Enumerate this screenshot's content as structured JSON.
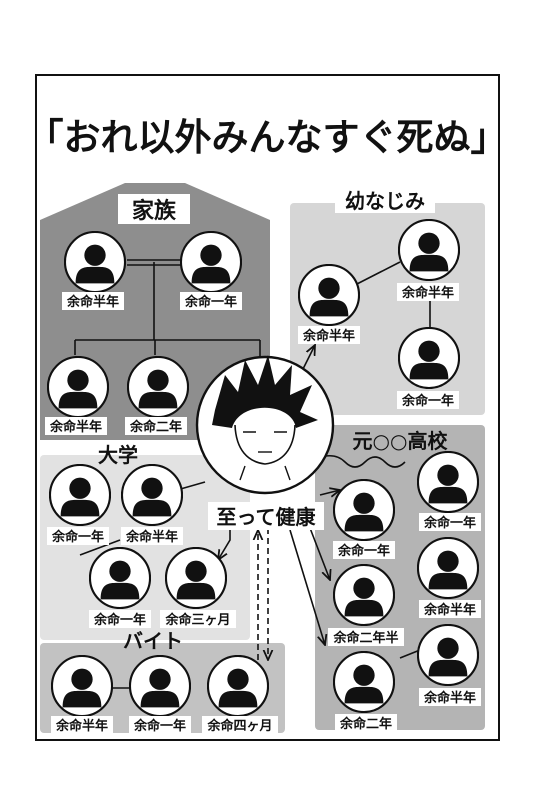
{
  "title": "「おれ以外みんなすぐ死ぬ」",
  "groups": {
    "family": "家族",
    "childhood": "幼なじみ",
    "high_school": "元○○高校",
    "university": "大学",
    "part_time": "バイト"
  },
  "center": {
    "status": "至って健康"
  },
  "people": [
    {
      "group": "family",
      "label": "余命半年"
    },
    {
      "group": "family",
      "label": "余命一年"
    },
    {
      "group": "family",
      "label": "余命半年"
    },
    {
      "group": "family",
      "label": "余命二年"
    },
    {
      "group": "childhood",
      "label": "余命半年"
    },
    {
      "group": "childhood",
      "label": "余命半年"
    },
    {
      "group": "childhood",
      "label": "余命一年"
    },
    {
      "group": "high_school",
      "label": "余命一年"
    },
    {
      "group": "high_school",
      "label": "余命一年"
    },
    {
      "group": "high_school",
      "label": "余命半年"
    },
    {
      "group": "high_school",
      "label": "余命二年半"
    },
    {
      "group": "high_school",
      "label": "余命半年"
    },
    {
      "group": "high_school",
      "label": "余命二年"
    },
    {
      "group": "university",
      "label": "余命一年"
    },
    {
      "group": "university",
      "label": "余命半年"
    },
    {
      "group": "university",
      "label": "余命一年"
    },
    {
      "group": "university",
      "label": "余命三ヶ月"
    },
    {
      "group": "part_time",
      "label": "余命半年"
    },
    {
      "group": "part_time",
      "label": "余命一年"
    },
    {
      "group": "part_time",
      "label": "余命四ヶ月"
    }
  ],
  "colors": {
    "family_bg": "#8e8e8e",
    "childhood_bg": "#d6d6d6",
    "school_bg": "#b4b4b4",
    "univ_bg": "#e2e2e2",
    "parttime_bg": "#c2c2c2",
    "silhouette": "#111111"
  }
}
